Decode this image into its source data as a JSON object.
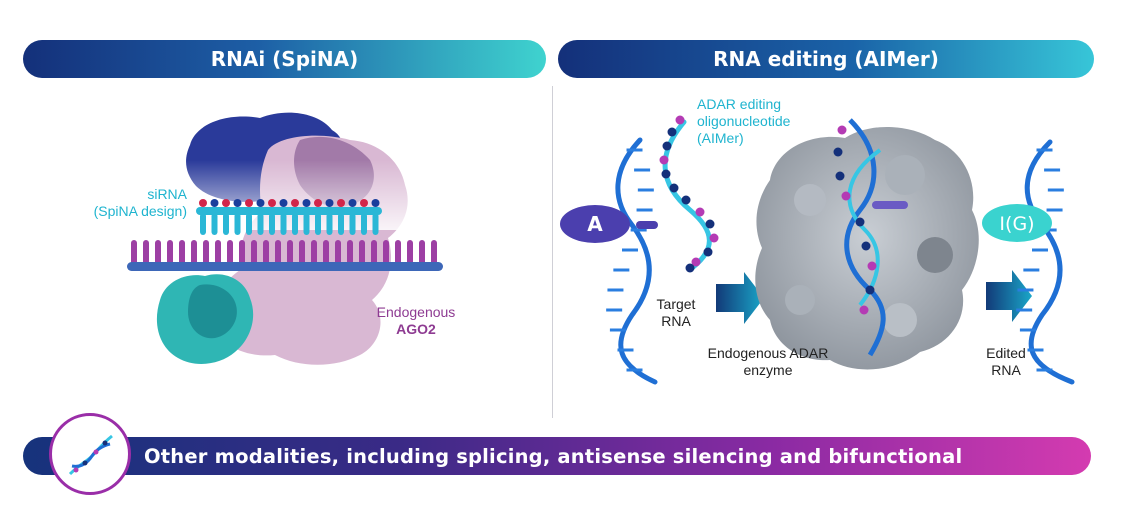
{
  "headers": {
    "rnai": "RNAi (SpiNA)",
    "editing": "RNA editing (AIMer)"
  },
  "rnai_panel": {
    "sirna_label": [
      "siRNA",
      "(SpiNA design)"
    ],
    "ago2_label": [
      "Endogenous",
      "AGO2"
    ]
  },
  "editing_panel": {
    "aimer_label": [
      "ADAR editing",
      "oligonucleotide",
      "(AIMer)"
    ],
    "target_label": [
      "Target",
      "RNA"
    ],
    "adar_label": [
      "Endogenous ADAR",
      "enzyme"
    ],
    "edited_label": [
      "Edited",
      "RNA"
    ],
    "base_before": "A",
    "base_after": "I(G)"
  },
  "footer": {
    "text": "Other modalities, including splicing, antisense silencing and bifunctional"
  },
  "colors": {
    "navy": "#14307a",
    "teal": "#3fd3cf",
    "cyan": "#29b6d6",
    "magenta": "#b43bb4",
    "purple_text": "#8e3b92",
    "violet_base": "#4b3fae",
    "strand_blue": "#1f6fd4",
    "protein_gray": "#9ea4ad"
  }
}
